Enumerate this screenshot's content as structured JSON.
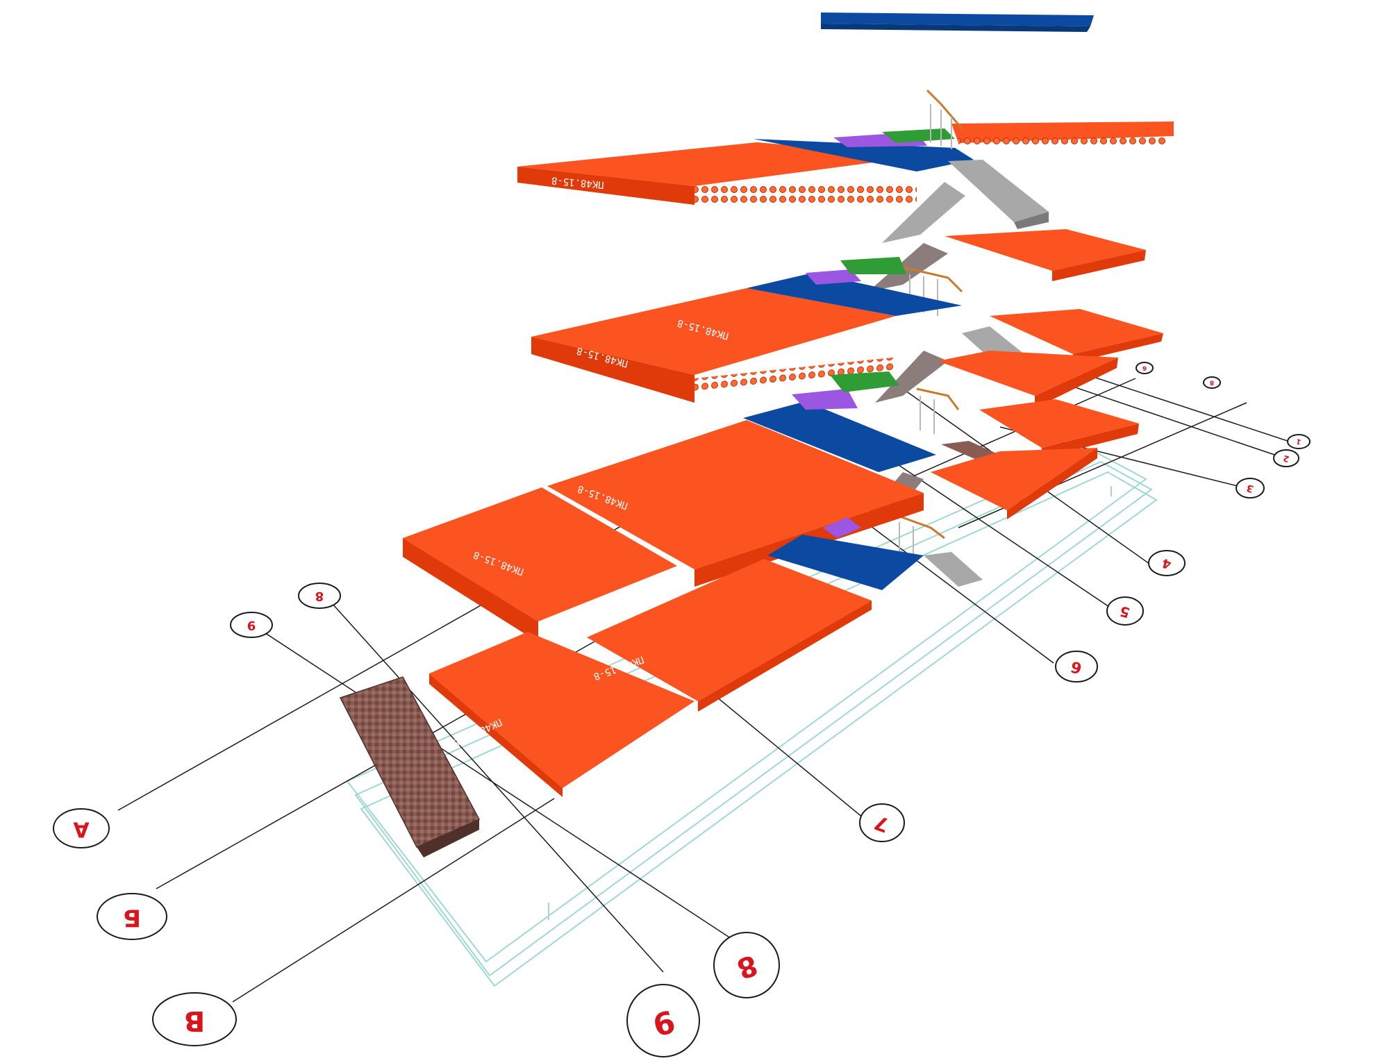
{
  "colors": {
    "slab": "#fb5420",
    "slab_side": "#e03a0a",
    "slab_dark": "#b82c05",
    "landing_blue": "#0b4aa0",
    "landing_blue_side": "#083878",
    "purple": "#9b57e2",
    "green": "#2f9c35",
    "stair_gray": "#a8a8a8",
    "stair_brick": "#8a5b52",
    "foundation": "#9fd8d2",
    "axis_red": "#d9141c",
    "line": "#1a1a1a"
  },
  "slab_mark": "ПК48.15-8",
  "axes": {
    "left": [
      {
        "label": "А",
        "key": "a"
      },
      {
        "label": "Б",
        "key": "b"
      },
      {
        "label": "В",
        "key": "v"
      }
    ],
    "bottom": [
      {
        "label": "8",
        "key": "8"
      },
      {
        "label": "9",
        "key": "9"
      }
    ],
    "right": [
      {
        "label": "7",
        "key": "7"
      },
      {
        "label": "6",
        "key": "6"
      },
      {
        "label": "5",
        "key": "5"
      },
      {
        "label": "4",
        "key": "4"
      },
      {
        "label": "3",
        "key": "3"
      },
      {
        "label": "2",
        "key": "2"
      },
      {
        "label": "1",
        "key": "1"
      }
    ],
    "top": [
      {
        "label": "9",
        "key": "t9"
      },
      {
        "label": "8",
        "key": "t8"
      },
      {
        "label": "6",
        "key": "t6"
      },
      {
        "label": "8",
        "key": "t8b"
      }
    ]
  }
}
